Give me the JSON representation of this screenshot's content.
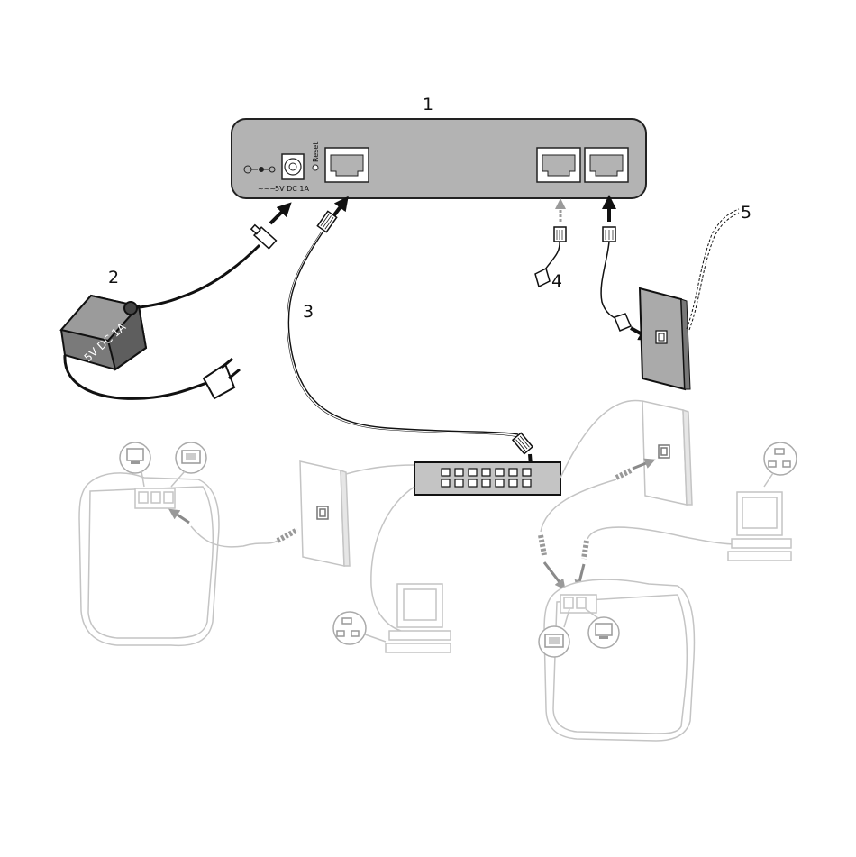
{
  "callouts": {
    "device": "1",
    "power_adapter": "2",
    "ethernet_cable": "3",
    "phone_cable": "4",
    "phone_line": "5"
  },
  "device": {
    "power_label": "5V DC 1A",
    "reset_label": "Reset"
  },
  "adapter": {
    "rating_label": "5V DC 1A"
  },
  "colors": {
    "device_body": "#b3b3b3",
    "switch_body": "#c4c4c4",
    "line": "#111111",
    "light_line": "#c8c8c8"
  }
}
